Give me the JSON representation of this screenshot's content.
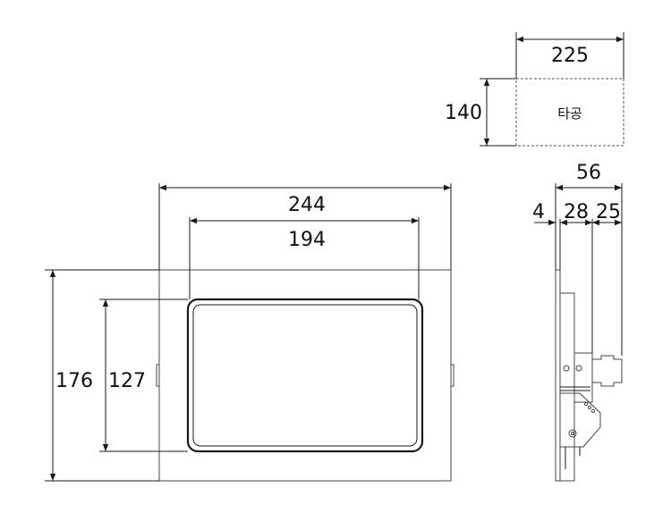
{
  "cutout": {
    "width_label": "225",
    "height_label": "140",
    "note": "타공"
  },
  "front": {
    "outer_width_label": "244",
    "screen_width_label": "194",
    "outer_height_label": "176",
    "screen_height_label": "127"
  },
  "side": {
    "depth_total_label": "56",
    "depth_a_label": "4",
    "depth_b_label": "28",
    "depth_c_label": "25"
  }
}
